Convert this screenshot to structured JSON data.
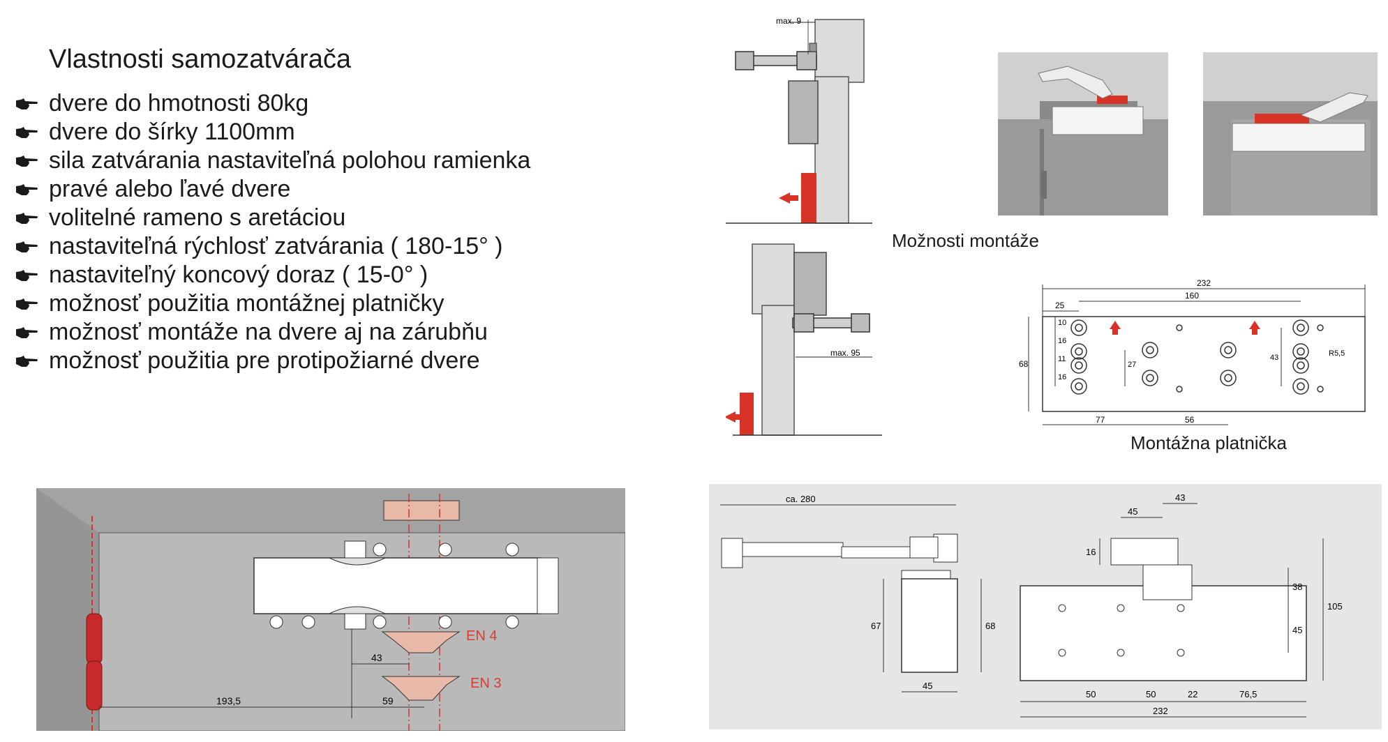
{
  "features": {
    "title": "Vlastnosti samozatvárača",
    "bullet_icon": "pointing-hand-icon",
    "items": [
      "dvere do hmotnosti 80kg",
      "dvere do šírky 1100mm",
      "sila zatvárania nastaviteľná polohou ramienka",
      "pravé alebo ľavé dvere",
      "volitelné rameno s aretáciou",
      "nastaviteľná rýchlosť zatvárania ( 180-15° )",
      "nastaviteľný koncový doraz ( 15-0° )",
      "možnosť použitia montážnej platničky",
      "možnosť montáže na dvere aj na zárubňu",
      "možnosť použitia pre protipožiarné dvere"
    ]
  },
  "mounting_options": {
    "caption": "Možnosti montáže",
    "top_dim": "max. 9",
    "bottom_dim": "max. 95"
  },
  "mounting_plate": {
    "caption": "Montážna platnička",
    "dims": {
      "total_width": "232",
      "hole_spacing": "160",
      "edge_offset": "25",
      "height": "68",
      "v10": "10",
      "v16a": "16",
      "v11": "11",
      "v16b": "16",
      "v27": "27",
      "v43": "43",
      "radius": "R5,5",
      "b77": "77",
      "b56": "56"
    }
  },
  "installation": {
    "en4_label": "EN 4",
    "en3_label": "EN 3",
    "d43": "43",
    "d193": "193,5",
    "d59": "59"
  },
  "dimensions": {
    "arm_length": "ca. 280",
    "d45_top": "45",
    "d43_top": "43",
    "d16": "16",
    "d38": "38",
    "d45_right": "45",
    "d105": "105",
    "d67": "67",
    "d68": "68",
    "d45_side": "45",
    "b50a": "50",
    "b50b": "50",
    "b22": "22",
    "b765": "76,5",
    "total": "232"
  },
  "colors": {
    "accent_red": "#e03a2e",
    "hinge_red": "#c8292b",
    "panel_gray": "#b9b9b9",
    "drawing_bg": "#e6e6e6",
    "body_white": "#ffffff"
  }
}
